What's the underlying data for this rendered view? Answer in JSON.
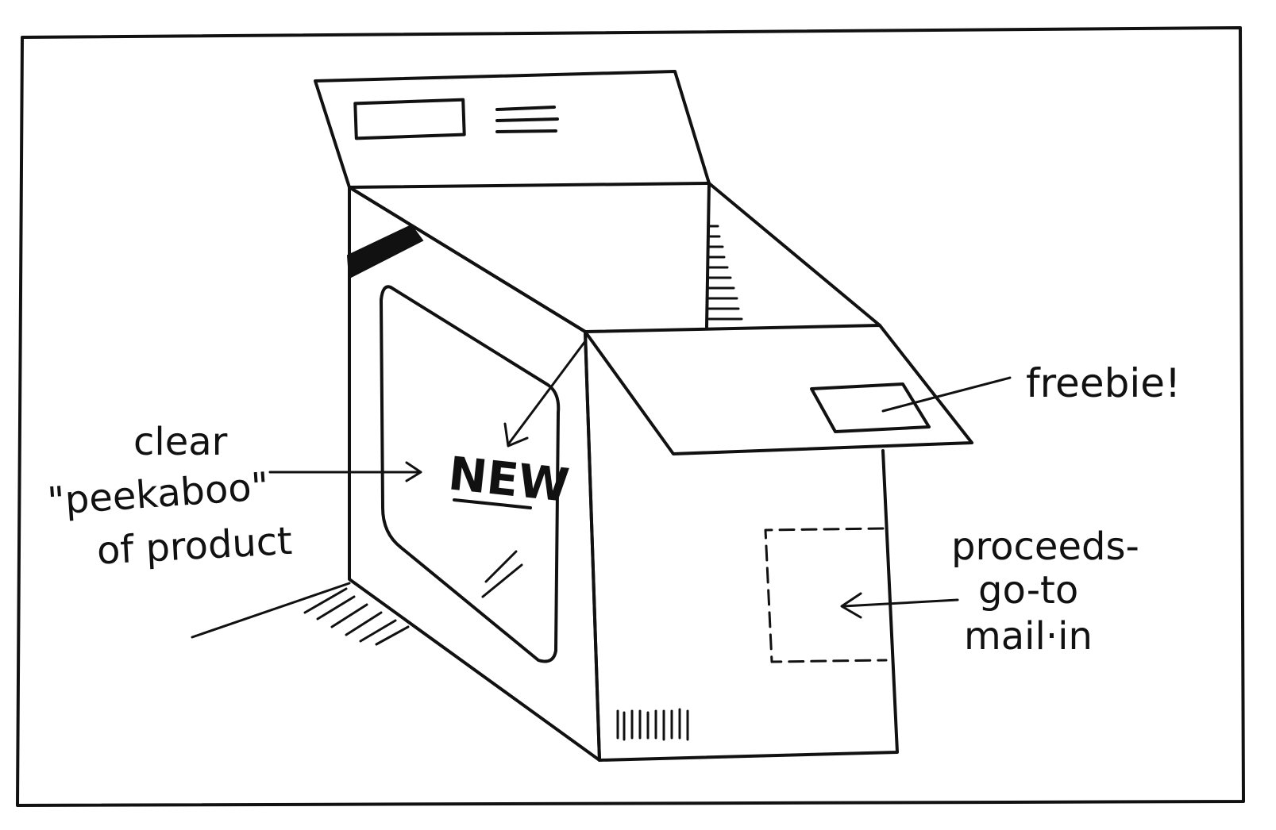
{
  "labels": {
    "clear_line1": "clear",
    "clear_line2": "\"peekaboo\"",
    "clear_line3": "of product",
    "new_word": "NEW",
    "freebie": "freebie!",
    "proceeds_line1": "proceeds-",
    "proceeds_line2": "go-to",
    "proceeds_line3": "mail·in"
  },
  "colors": {
    "ink": "#111111",
    "paper": "#ffffff"
  }
}
